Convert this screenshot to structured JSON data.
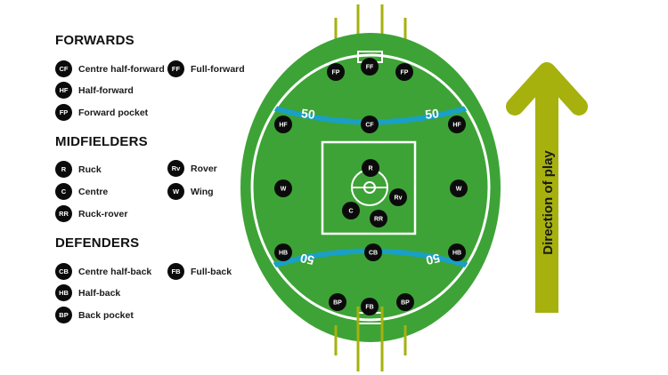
{
  "legend": {
    "forwards": {
      "title": "FORWARDS",
      "items": [
        {
          "abbr": "CF",
          "label": "Centre half-forward"
        },
        {
          "abbr": "FF",
          "label": "Full-forward"
        },
        {
          "abbr": "HF",
          "label": "Half-forward"
        },
        {
          "abbr": "FP",
          "label": "Forward pocket"
        }
      ]
    },
    "midfielders": {
      "title": "MIDFIELDERS",
      "items": [
        {
          "abbr": "R",
          "label": "Ruck"
        },
        {
          "abbr": "Rv",
          "label": "Rover"
        },
        {
          "abbr": "C",
          "label": "Centre"
        },
        {
          "abbr": "W",
          "label": "Wing"
        },
        {
          "abbr": "RR",
          "label": "Ruck-rover"
        }
      ]
    },
    "defenders": {
      "title": "DEFENDERS",
      "items": [
        {
          "abbr": "CB",
          "label": "Centre half-back"
        },
        {
          "abbr": "FB",
          "label": "Full-back"
        },
        {
          "abbr": "HB",
          "label": "Half-back"
        },
        {
          "abbr": "BP",
          "label": "Back pocket"
        }
      ]
    }
  },
  "field": {
    "arc_label_top_left": "50",
    "arc_label_top_right": "50",
    "arc_label_bottom_left": "50",
    "arc_label_bottom_right": "50",
    "players": [
      {
        "abbr": "FF"
      },
      {
        "abbr": "FP"
      },
      {
        "abbr": "FP"
      },
      {
        "abbr": "HF"
      },
      {
        "abbr": "CF"
      },
      {
        "abbr": "HF"
      },
      {
        "abbr": "R"
      },
      {
        "abbr": "Rv"
      },
      {
        "abbr": "C"
      },
      {
        "abbr": "RR"
      },
      {
        "abbr": "W"
      },
      {
        "abbr": "W"
      },
      {
        "abbr": "HB"
      },
      {
        "abbr": "CB"
      },
      {
        "abbr": "HB"
      },
      {
        "abbr": "BP"
      },
      {
        "abbr": "FB"
      },
      {
        "abbr": "BP"
      }
    ]
  },
  "direction": {
    "label": "Direction of play"
  },
  "colors": {
    "field_green": "#3da336",
    "line_white": "#ffffff",
    "arc_blue": "#1aa0c4",
    "goalpost_olive": "#a6b10e",
    "arrow_olive": "#a6b10e",
    "badge_black": "#0b0b0b"
  }
}
